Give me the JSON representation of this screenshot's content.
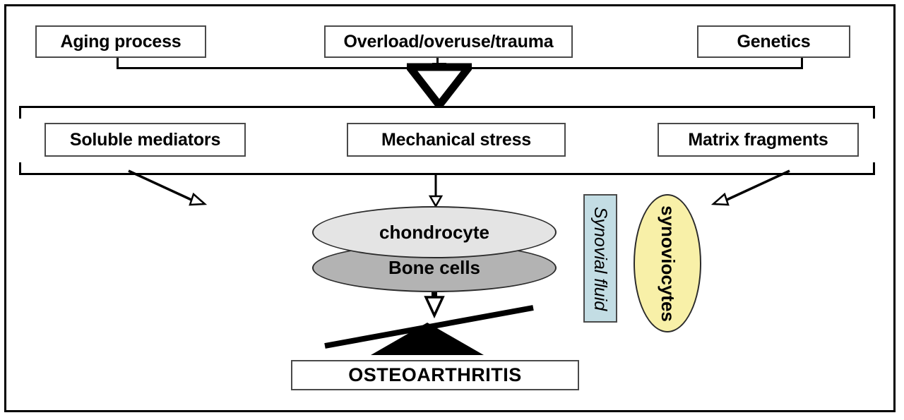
{
  "figure": {
    "title": "Osteoarthritis pathogenesis schematic",
    "frame_color": "#000000",
    "background": "#ffffff"
  },
  "upstream_factors": {
    "items": [
      {
        "label": "Aging process"
      },
      {
        "label": "Overload/overuse/trauma"
      },
      {
        "label": "Genetics"
      }
    ]
  },
  "mediators": {
    "items": [
      {
        "label": "Soluble mediators"
      },
      {
        "label": "Mechanical stress"
      },
      {
        "label": "Matrix fragments"
      }
    ]
  },
  "cells": {
    "chondrocyte": {
      "label": "chondrocyte",
      "fill": "#e4e4e4"
    },
    "bone_cells": {
      "label": "Bone cells",
      "fill": "#b3b3b3"
    }
  },
  "joint_tissues": {
    "synovial_fluid": {
      "label": "Synovial fluid",
      "fill": "#c3dde4"
    },
    "synoviocytes": {
      "label": "synoviocytes",
      "fill": "#f8f0a8"
    }
  },
  "outcome": {
    "label": "OSTEOARTHRITIS"
  },
  "connectors": {
    "big_down_arrow": "hollow-down-arrow-icon",
    "vertical_arrow": "down-arrow-icon",
    "small_down_arrow": "small-down-arrow-icon",
    "diagonal_left": "diagonal-down-right-arrow-icon",
    "diagonal_right": "diagonal-down-left-arrow-icon",
    "balance": "seesaw-balance-icon"
  }
}
